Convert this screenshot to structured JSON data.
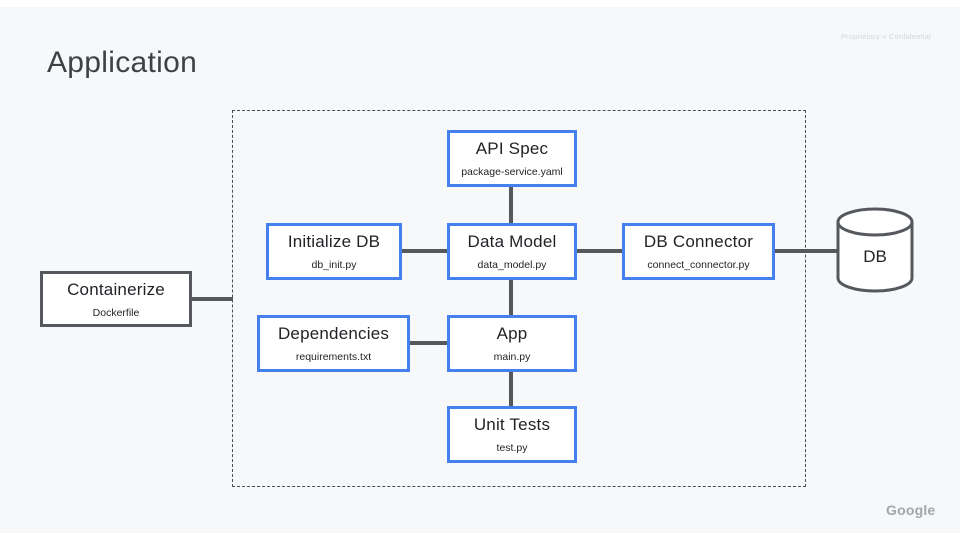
{
  "slide": {
    "title": "Application",
    "classification": "Proprietary + Confidential",
    "footer_logo": "Google"
  },
  "colors": {
    "background": "#f7f8fa",
    "accent_blue": "#4480ee",
    "outline_gray": "#55595e",
    "text_dark": "#1f2125",
    "title_gray": "#3e4247",
    "classification_gray": "#d2d6db",
    "logo_gray": "#a2a7ad"
  },
  "diagram": {
    "boundary": "application-container",
    "nodes": [
      {
        "id": "api-spec",
        "label": "API Spec",
        "file": "package-service.yaml",
        "style": "blue"
      },
      {
        "id": "initialize-db",
        "label": "Initialize DB",
        "file": "db_init.py",
        "style": "blue"
      },
      {
        "id": "data-model",
        "label": "Data Model",
        "file": "data_model.py",
        "style": "blue"
      },
      {
        "id": "db-connector",
        "label": "DB Connector",
        "file": "connect_connector.py",
        "style": "blue"
      },
      {
        "id": "containerize",
        "label": "Containerize",
        "file": "Dockerfile",
        "style": "gray"
      },
      {
        "id": "dependencies",
        "label": "Dependencies",
        "file": "requirements.txt",
        "style": "blue"
      },
      {
        "id": "app",
        "label": "App",
        "file": "main.py",
        "style": "blue"
      },
      {
        "id": "unit-tests",
        "label": "Unit Tests",
        "file": "test.py",
        "style": "blue"
      }
    ],
    "database": {
      "label": "DB"
    },
    "edges": [
      {
        "from": "api-spec",
        "to": "data-model"
      },
      {
        "from": "initialize-db",
        "to": "data-model"
      },
      {
        "from": "data-model",
        "to": "db-connector"
      },
      {
        "from": "db-connector",
        "to": "db"
      },
      {
        "from": "data-model",
        "to": "app"
      },
      {
        "from": "dependencies",
        "to": "app"
      },
      {
        "from": "app",
        "to": "unit-tests"
      },
      {
        "from": "containerize",
        "to": "application-container"
      }
    ]
  }
}
